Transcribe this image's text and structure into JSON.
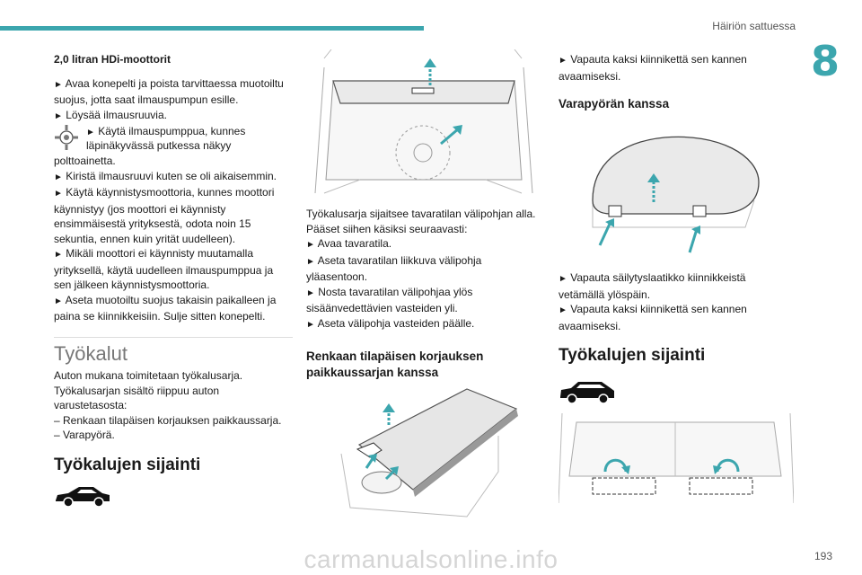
{
  "header": {
    "title": "Häiriön sattuessa",
    "chapter": "8",
    "page_number": "193"
  },
  "watermark": "carmanualsonline.info",
  "col1": {
    "heading": "2,0 litran HDi-moottorit",
    "step1": "Avaa konepelti ja poista tarvittaessa muotoiltu suojus, jotta saat ilmauspumpun esille.",
    "step2": "Löysää ilmausruuvia.",
    "step3a": "Käytä ilmauspumppua, kunnes",
    "step3b": "läpinäkyvässä putkessa näkyy",
    "step3c": "polttoainetta.",
    "step4": "Kiristä ilmausruuvi kuten se oli aikaisemmin.",
    "step5": "Käytä käynnistysmoottoria, kunnes moottori käynnistyy (jos moottori ei käynnisty ensimmäisestä yrityksestä, odota noin 15 sekuntia, ennen kuin yrität uudelleen).",
    "step6": "Mikäli moottori ei käynnisty muutamalla yrityksellä, käytä uudelleen ilmauspumppua ja sen jälkeen käynnistysmoottoria.",
    "step7": "Aseta muotoiltu suojus takaisin paikalleen ja paina se kiinnikkeisiin. Sulje sitten konepelti.",
    "tools_title": "Työkalut",
    "tools_intro": "Auton mukana toimitetaan työkalusarja. Työkalusarjan sisältö riippuu auton varustetasosta:",
    "tools_list": [
      "– Renkaan tilapäisen korjauksen paikkaussarja.",
      "– Varapyörä."
    ],
    "location_title": "Työkalujen sijainti"
  },
  "col2": {
    "intro": "Työkalusarja sijaitsee tavaratilan välipohjan alla. Pääset siihen käsiksi seuraavasti:",
    "step1": "Avaa tavaratila.",
    "step2": "Aseta tavaratilan liikkuva välipohja yläasentoon.",
    "step3": "Nosta tavaratilan välipohjaa ylös sisäänvedettävien vasteiden yli.",
    "step4": "Aseta välipohja vasteiden päälle.",
    "repair_title": "Renkaan tilapäisen korjauksen paikkaussarjan kanssa"
  },
  "col3": {
    "step1": "Vapauta kaksi kiinnikettä sen kannen avaamiseksi.",
    "spare_title": "Varapyörän kanssa",
    "step2": "Vapauta säilytyslaatikko kiinnikkeistä vetämällä ylöspäin.",
    "step3": "Vapauta kaksi kiinnikettä sen kannen avaamiseksi.",
    "location_title": "Työkalujen sijainti"
  },
  "marker": "►",
  "colors": {
    "accent": "#3ca6ae"
  }
}
